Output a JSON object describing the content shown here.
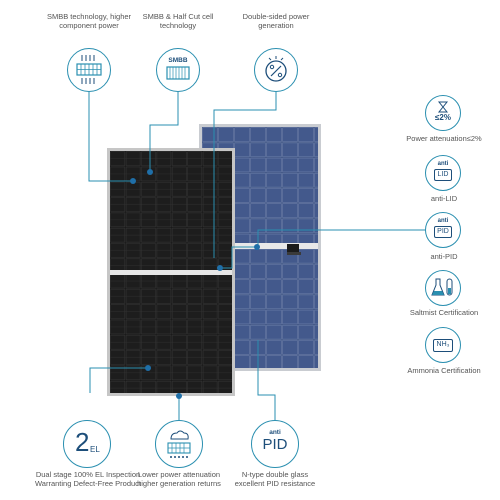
{
  "features_top": [
    {
      "label": "SMBB technology, higher component power"
    },
    {
      "label": "SMBB & Half Cut cell technology",
      "icon_text": "SMBB"
    },
    {
      "label": "Double-sided power generation"
    }
  ],
  "features_right": [
    {
      "label": "Power attenuation≤2%",
      "icon_text": "≤2%"
    },
    {
      "label": "anti-LID",
      "icon_top": "anti",
      "icon_text": "LID"
    },
    {
      "label": "anti-PID",
      "icon_top": "anti",
      "icon_text": "PID"
    },
    {
      "label": "Saltmist Certification"
    },
    {
      "label": "Ammonia Certification",
      "icon_text": "NH₃"
    }
  ],
  "features_bottom": [
    {
      "label": "Dual stage 100% EL Inspection Warranting Defect-Free Product",
      "icon_main": "2",
      "icon_sub": "EL"
    },
    {
      "label": "Lower power attenuation higher generation returns"
    },
    {
      "label": "N-type double glass excellent PID resistance",
      "icon_top": "anti",
      "icon_text": "PID"
    }
  ],
  "colors": {
    "accent": "#2a8fb0",
    "dot": "#1f6fa8",
    "panel_front": "#141414",
    "panel_back": "#3a4f7f"
  }
}
